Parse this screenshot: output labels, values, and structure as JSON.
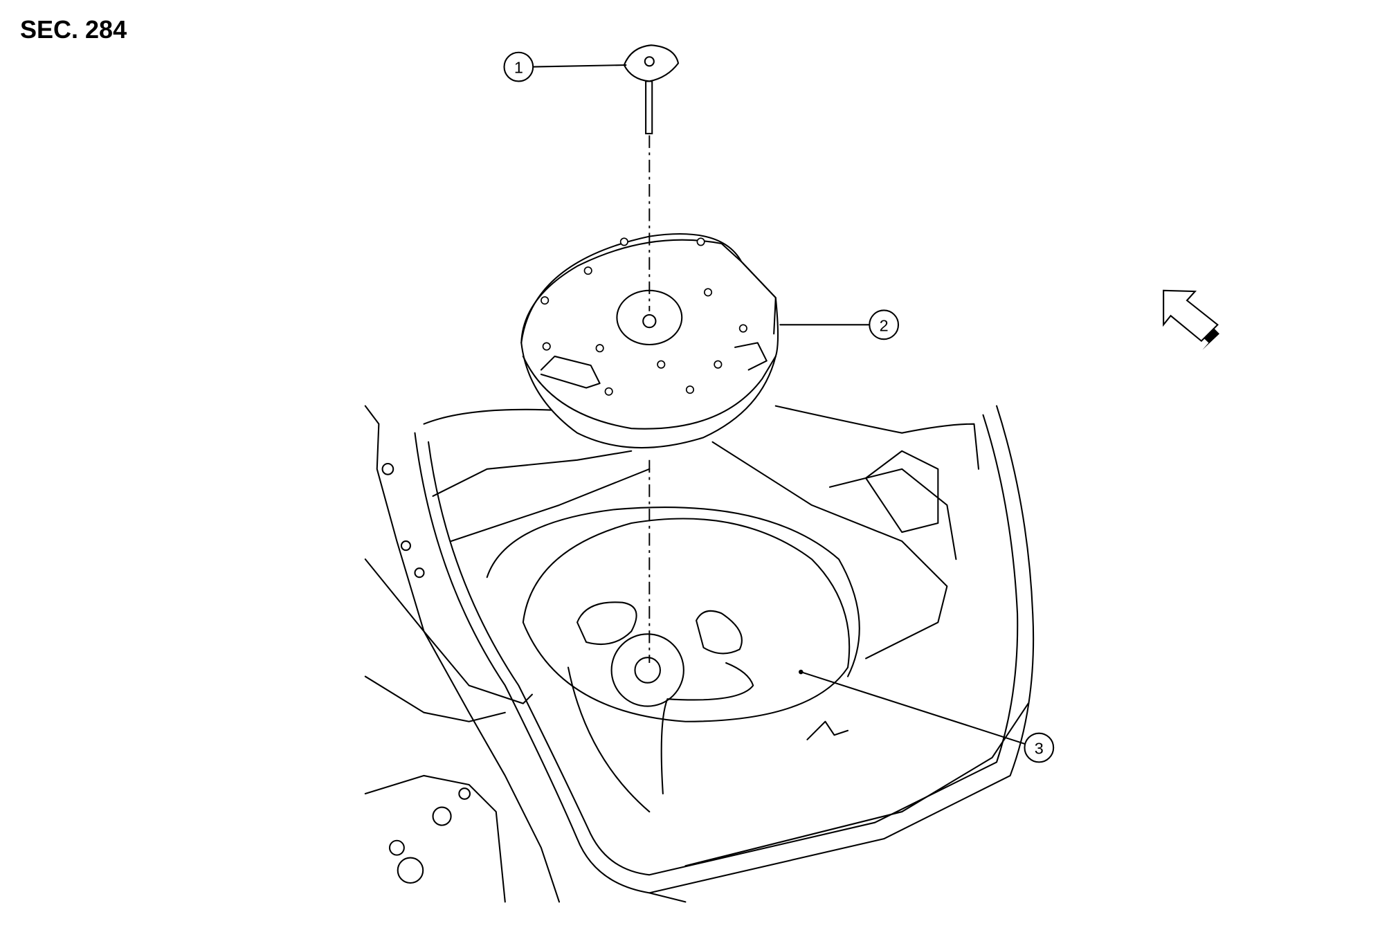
{
  "section_label": "SEC. 284",
  "callouts": [
    {
      "number": "1"
    },
    {
      "number": "2"
    },
    {
      "number": "3"
    }
  ],
  "icons": {
    "front_direction": "arrow-front-icon"
  }
}
